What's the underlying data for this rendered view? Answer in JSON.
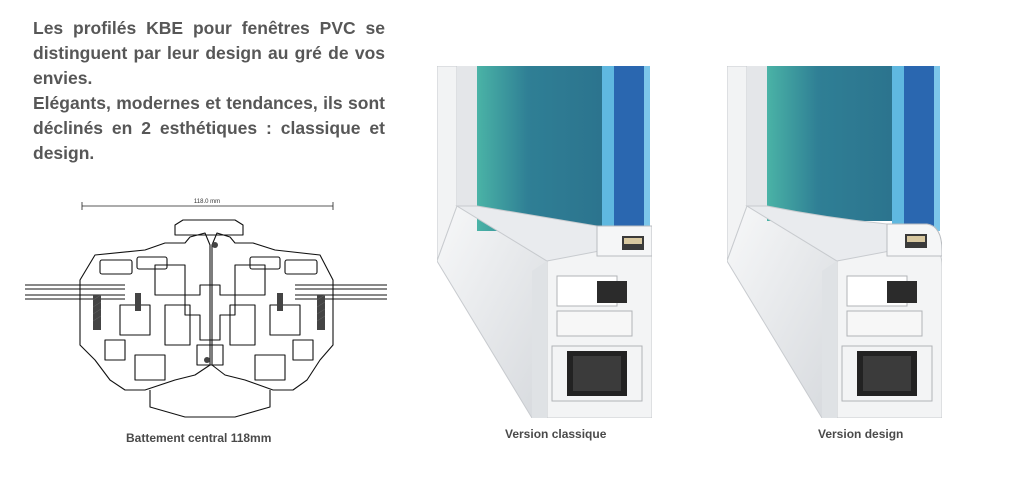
{
  "intro": {
    "paragraph_1": "Les profilés KBE pour fenêtres PVC se distinguent par leur design au gré de vos envies.",
    "paragraph_2": "Elégants, modernes et tendances, ils sont déclinés en 2 esthétiques : classique et design."
  },
  "technical_drawing": {
    "dimension_label": "118.0 mm",
    "caption": "Battement central 118mm"
  },
  "renders": [
    {
      "caption": "Version classique"
    },
    {
      "caption": "Version design"
    }
  ],
  "colors": {
    "text": "#575757",
    "glass": "#2f7f95",
    "glass_edge": "#3f9fd4",
    "profile": "#eef0f2"
  }
}
